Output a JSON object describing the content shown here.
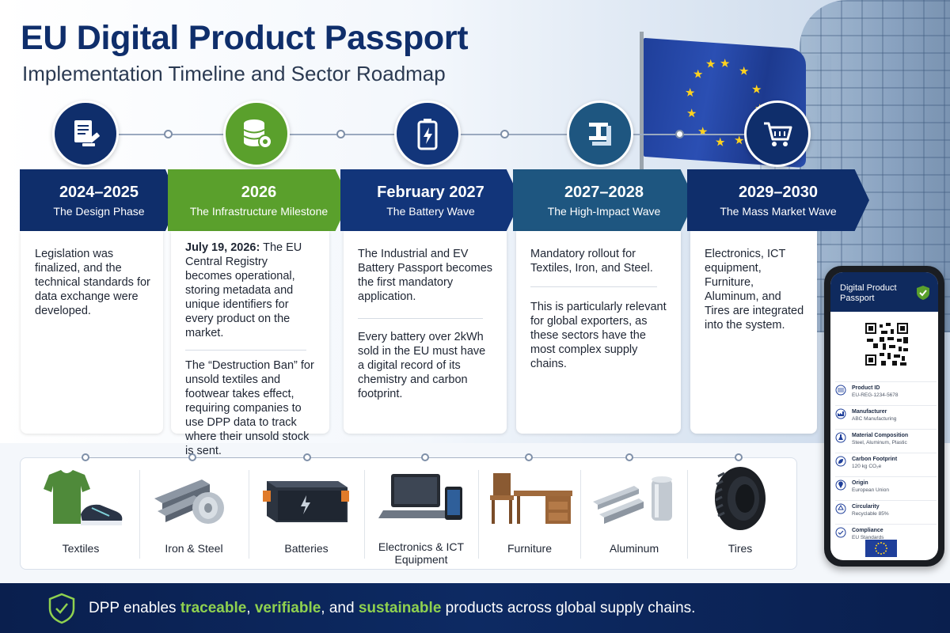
{
  "header": {
    "title": "EU Digital Product Passport",
    "subtitle": "Implementation Timeline and Sector Roadmap"
  },
  "icons": [
    "document-gavel-icon",
    "database-gear-icon",
    "battery-icon",
    "steel-beams-icon",
    "shopping-cart-icon"
  ],
  "phases": [
    {
      "year": "2024–2025",
      "name": "The Design Phase",
      "color": "#0f2e6b",
      "paragraphs": [
        "Legislation was finalized, and the technical standards for data exchange were developed."
      ]
    },
    {
      "year": "2026",
      "name": "The Infrastructure Milestone",
      "color": "#5aa02c",
      "lead": "July 19, 2026:",
      "paragraphs": [
        "The EU Central Registry becomes operational, storing metadata and unique identifiers for every product on the market.",
        "The “Destruction Ban” for unsold textiles and footwear takes effect, requiring companies to use DPP data to track where their unsold stock is sent."
      ]
    },
    {
      "year": "February 2027",
      "name": "The Battery Wave",
      "color": "#12357a",
      "paragraphs": [
        "The Industrial and EV Battery Passport becomes the first mandatory application.",
        "Every battery over 2kWh sold in the EU must have a digital record of its chemistry and carbon footprint."
      ]
    },
    {
      "year": "2027–2028",
      "name": "The High-Impact Wave",
      "color": "#1e5680",
      "paragraphs": [
        "Mandatory rollout for Textiles, Iron, and Steel.",
        "This is particularly relevant for global exporters, as these sectors have the most complex supply chains."
      ]
    },
    {
      "year": "2029–2030",
      "name": "The Mass Market Wave",
      "color": "#0f2e6b",
      "paragraphs": [
        "Electronics, ICT equipment, Furniture, Aluminum, and Tires are integrated into the system."
      ]
    }
  ],
  "sectors": [
    {
      "label": "Textiles",
      "icon": "tshirt-shoe-icon"
    },
    {
      "label": "Iron & Steel",
      "icon": "steel-icon"
    },
    {
      "label": "Batteries",
      "icon": "battery-pack-icon"
    },
    {
      "label": "Electronics & ICT Equipment",
      "icon": "laptop-phone-icon"
    },
    {
      "label": "Furniture",
      "icon": "desk-chair-icon"
    },
    {
      "label": "Aluminum",
      "icon": "aluminum-icon"
    },
    {
      "label": "Tires",
      "icon": "tire-icon"
    }
  ],
  "phone": {
    "title": "Digital Product Passport",
    "rows": [
      {
        "key": "Product ID",
        "value": "EU-REG-1234-5678",
        "icon": "barcode-icon"
      },
      {
        "key": "Manufacturer",
        "value": "ABC Manufacturing",
        "icon": "factory-icon"
      },
      {
        "key": "Material Composition",
        "value": "Steel, Aluminum, Plastic",
        "icon": "flask-icon"
      },
      {
        "key": "Carbon Footprint",
        "value": "120 kg CO₂e",
        "icon": "leaf-icon"
      },
      {
        "key": "Origin",
        "value": "European Union",
        "icon": "pin-icon"
      },
      {
        "key": "Circularity",
        "value": "Recyclable 85%",
        "icon": "recycle-icon"
      },
      {
        "key": "Compliance",
        "value": "EU Standards",
        "icon": "check-shield-icon"
      }
    ]
  },
  "footer": {
    "prefix": "DPP enables ",
    "w1": "traceable",
    "sep1": ", ",
    "w2": "verifiable",
    "sep2": ", and ",
    "w3": "sustainable",
    "suffix": " products across global supply chains."
  },
  "colors": {
    "navy": "#0f2e6b",
    "green": "#5aa02c",
    "accent_green": "#8fd14f"
  }
}
